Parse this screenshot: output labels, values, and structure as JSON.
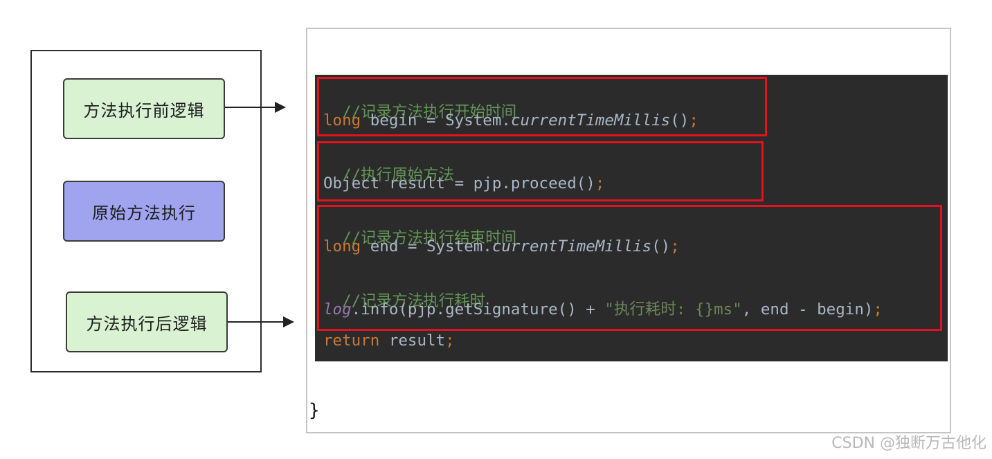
{
  "flow": {
    "before": "方法执行前逻辑",
    "original": "原始方法执行",
    "after": "方法执行后逻辑"
  },
  "code": {
    "comment_start": "//记录方法执行开始时间",
    "begin_kw": "long",
    "begin_mid": " begin = System.",
    "begin_method": "currentTimeMillis",
    "begin_tail": "()",
    "semicolon": ";",
    "comment_original": "//执行原始方法",
    "proceed_line": "Object result = pjp.proceed()",
    "comment_end": "//记录方法执行结束时间",
    "end_kw": "long",
    "end_mid": " end = System.",
    "end_method": "currentTimeMillis",
    "end_tail": "()",
    "comment_cost": "//记录方法执行耗时",
    "log_obj": "log",
    "log_mid": ".info(pjp.getSignature() + ",
    "log_str": "\"执行耗时: {}ms\"",
    "log_tail": ", end - begin)",
    "return_kw": "return",
    "return_tail": " result",
    "closing_brace": "}"
  },
  "colors": {
    "highlight": "#e3121e",
    "green_box": "#d9f2d2",
    "purple_box": "#a0a3ee",
    "code_bg": "#2b2b2b"
  },
  "watermark": "CSDN @独断万古他化"
}
